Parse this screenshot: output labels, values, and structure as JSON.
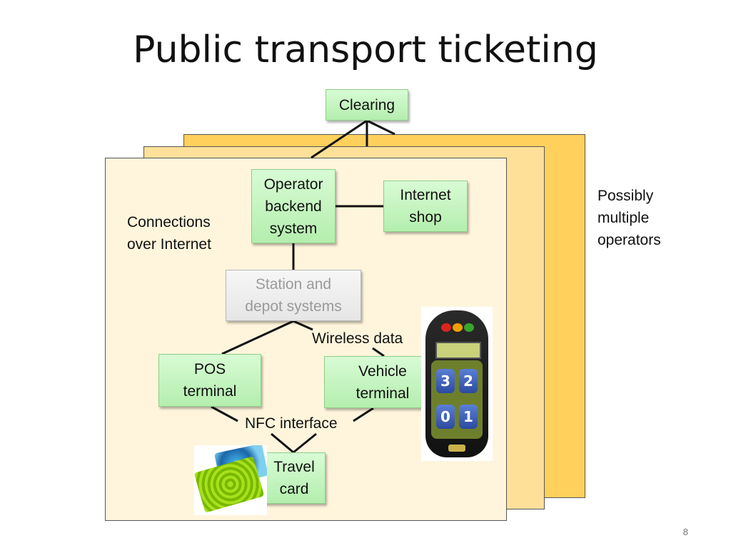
{
  "title": "Public transport ticketing",
  "nodes": {
    "clearing": "Clearing",
    "operator_backend": [
      "Operator",
      "backend",
      "system"
    ],
    "internet_shop": [
      "Internet",
      "shop"
    ],
    "station_depot": [
      "Station and",
      "depot systems"
    ],
    "pos_terminal": [
      "POS",
      "terminal"
    ],
    "vehicle_terminal": [
      "Vehicle",
      "terminal"
    ],
    "travel_card": [
      "Travel",
      "card"
    ]
  },
  "labels": {
    "connections": [
      "Connections",
      "over Internet"
    ],
    "possibly_multiple": [
      "Possibly",
      "multiple",
      "operators"
    ],
    "wireless_data": "Wireless data",
    "nfc_interface": "NFC interface"
  },
  "device_keys": [
    "3",
    "2",
    "0",
    "1"
  ],
  "colors": {
    "panel_back": "#ffd15c",
    "panel_mid": "#ffe099",
    "panel_front": "#fff5dc",
    "node_green": "#c6f5c1",
    "node_grey": "#eeeeee"
  },
  "page_number": "8"
}
